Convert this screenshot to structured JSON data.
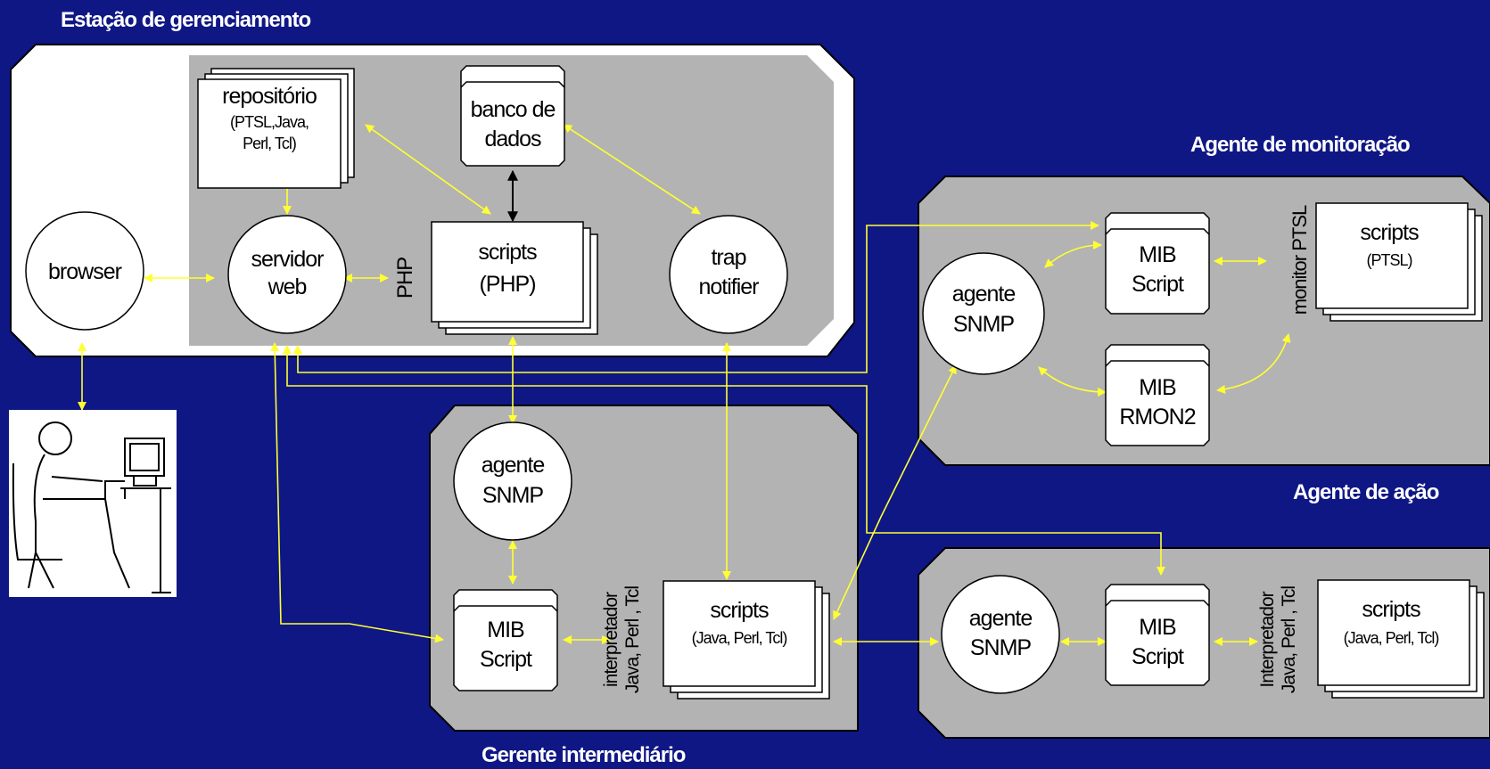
{
  "titles": {
    "management": "Estação de gerenciamento",
    "monitoring": "Agente de monitoração",
    "action": "Agente de ação",
    "intermediate": "Gerente intermediário"
  },
  "nodes": {
    "repository": {
      "line1": "repositório",
      "line2": "(PTSL,Java,",
      "line3": "Perl, Tcl)"
    },
    "database": {
      "line1": "banco de",
      "line2": "dados"
    },
    "browser": "browser",
    "webserver": {
      "line1": "servidor",
      "line2": "web"
    },
    "php": "PHP",
    "scripts_php": {
      "line1": "scripts",
      "line2": "(PHP)"
    },
    "trap": {
      "line1": "trap",
      "line2": "notifier"
    },
    "mon_agent": {
      "line1": "agente",
      "line2": "SNMP"
    },
    "mon_mib_script": {
      "line1": "MIB",
      "line2": "Script"
    },
    "mon_mib_rmon": {
      "line1": "MIB",
      "line2": "RMON2"
    },
    "monitor_ptsl": "monitor PTSL",
    "scripts_ptsl": {
      "line1": "scripts",
      "line2": "(PTSL)"
    },
    "int_agent": {
      "line1": "agente",
      "line2": "SNMP"
    },
    "int_mib": {
      "line1": "MIB",
      "line2": "Script"
    },
    "int_interp": {
      "line1": "interpretador",
      "line2": "Java, Perl , Tcl"
    },
    "int_scripts": {
      "line1": "scripts",
      "line2": "(Java, Perl, Tcl)"
    },
    "act_agent": {
      "line1": "agente",
      "line2": "SNMP"
    },
    "act_mib": {
      "line1": "MIB",
      "line2": "Script"
    },
    "act_interp": {
      "line1": "Interpretador",
      "line2": "Java, Perl , Tcl"
    },
    "act_scripts": {
      "line1": "scripts",
      "line2": "(Java, Perl, Tcl)"
    }
  },
  "colors": {
    "background": "#0f1785",
    "connector": "#ffff33",
    "panel": "#b3b3b3"
  }
}
